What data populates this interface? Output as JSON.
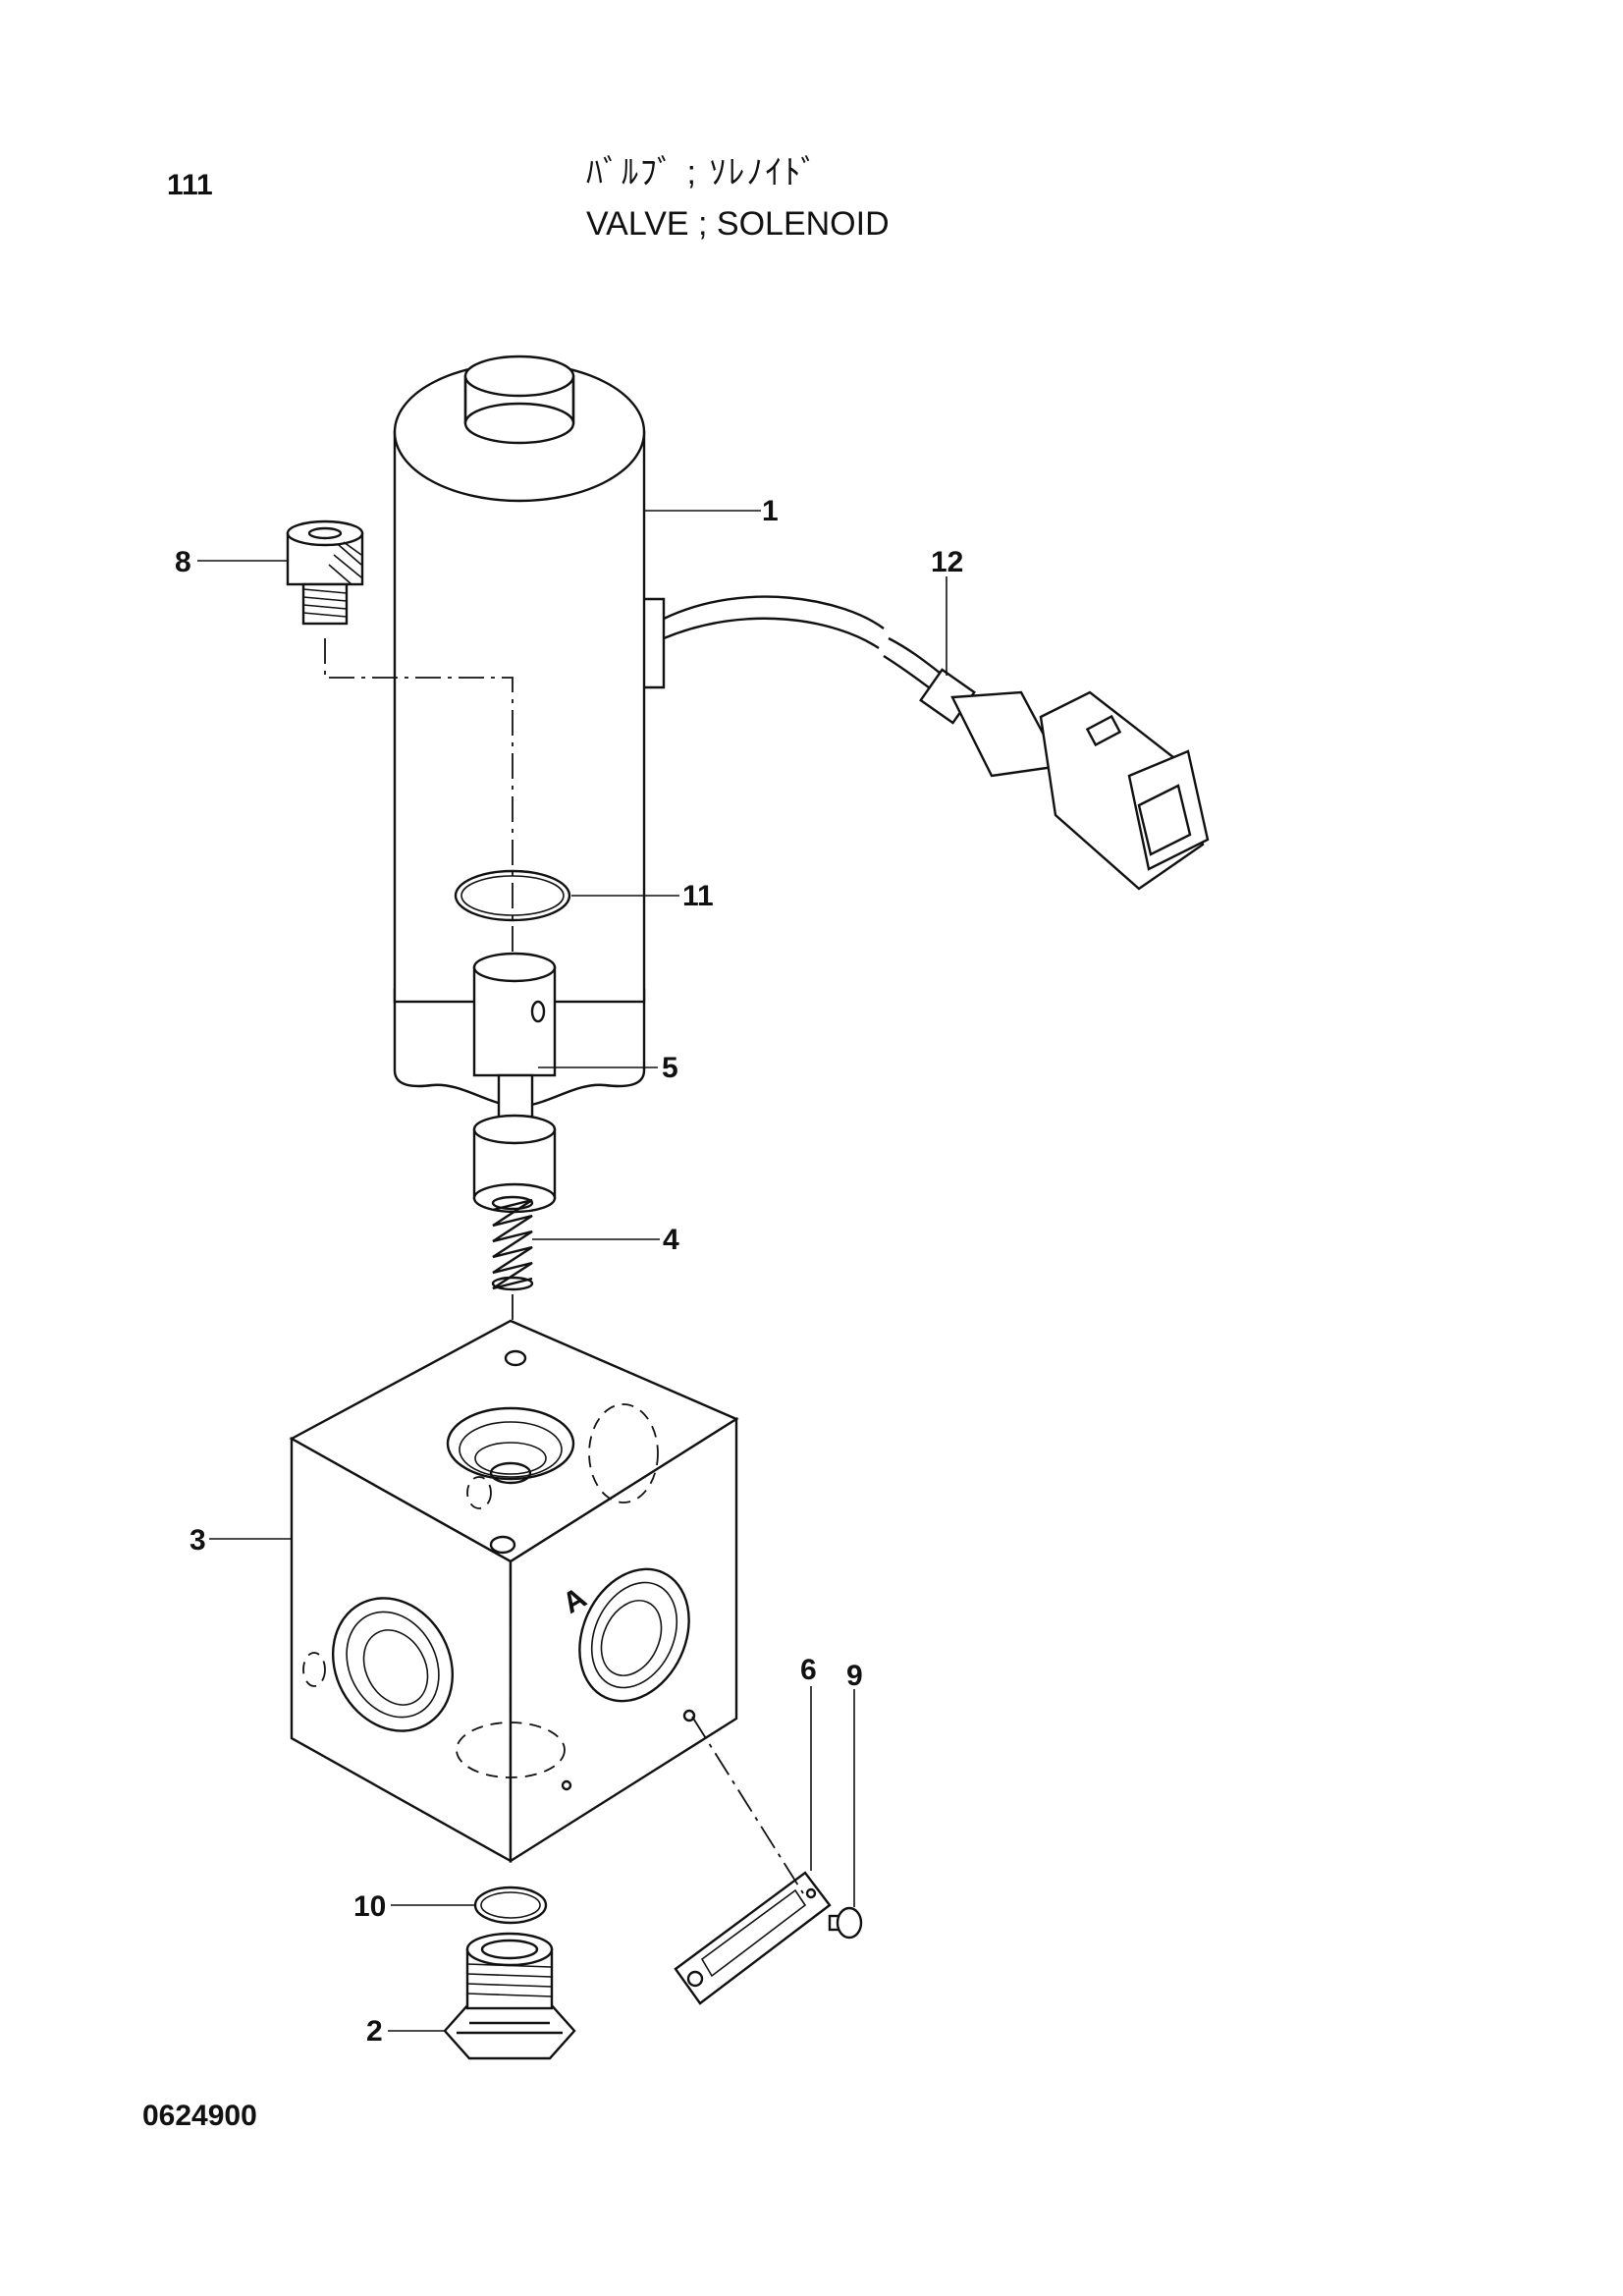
{
  "page_number": "111",
  "title_jp": "ﾊﾞﾙﾌﾞ ; ｿﾚﾉｲﾄﾞ",
  "title_en": "VALVE ; SOLENOID",
  "drawing_code": "0624900",
  "callouts": {
    "p1": "1",
    "p2": "2",
    "p3": "3",
    "p4": "4",
    "p5": "5",
    "p6": "6",
    "p8": "8",
    "p9": "9",
    "p10": "10",
    "p11": "11",
    "p12": "12"
  },
  "port_mark": "A"
}
